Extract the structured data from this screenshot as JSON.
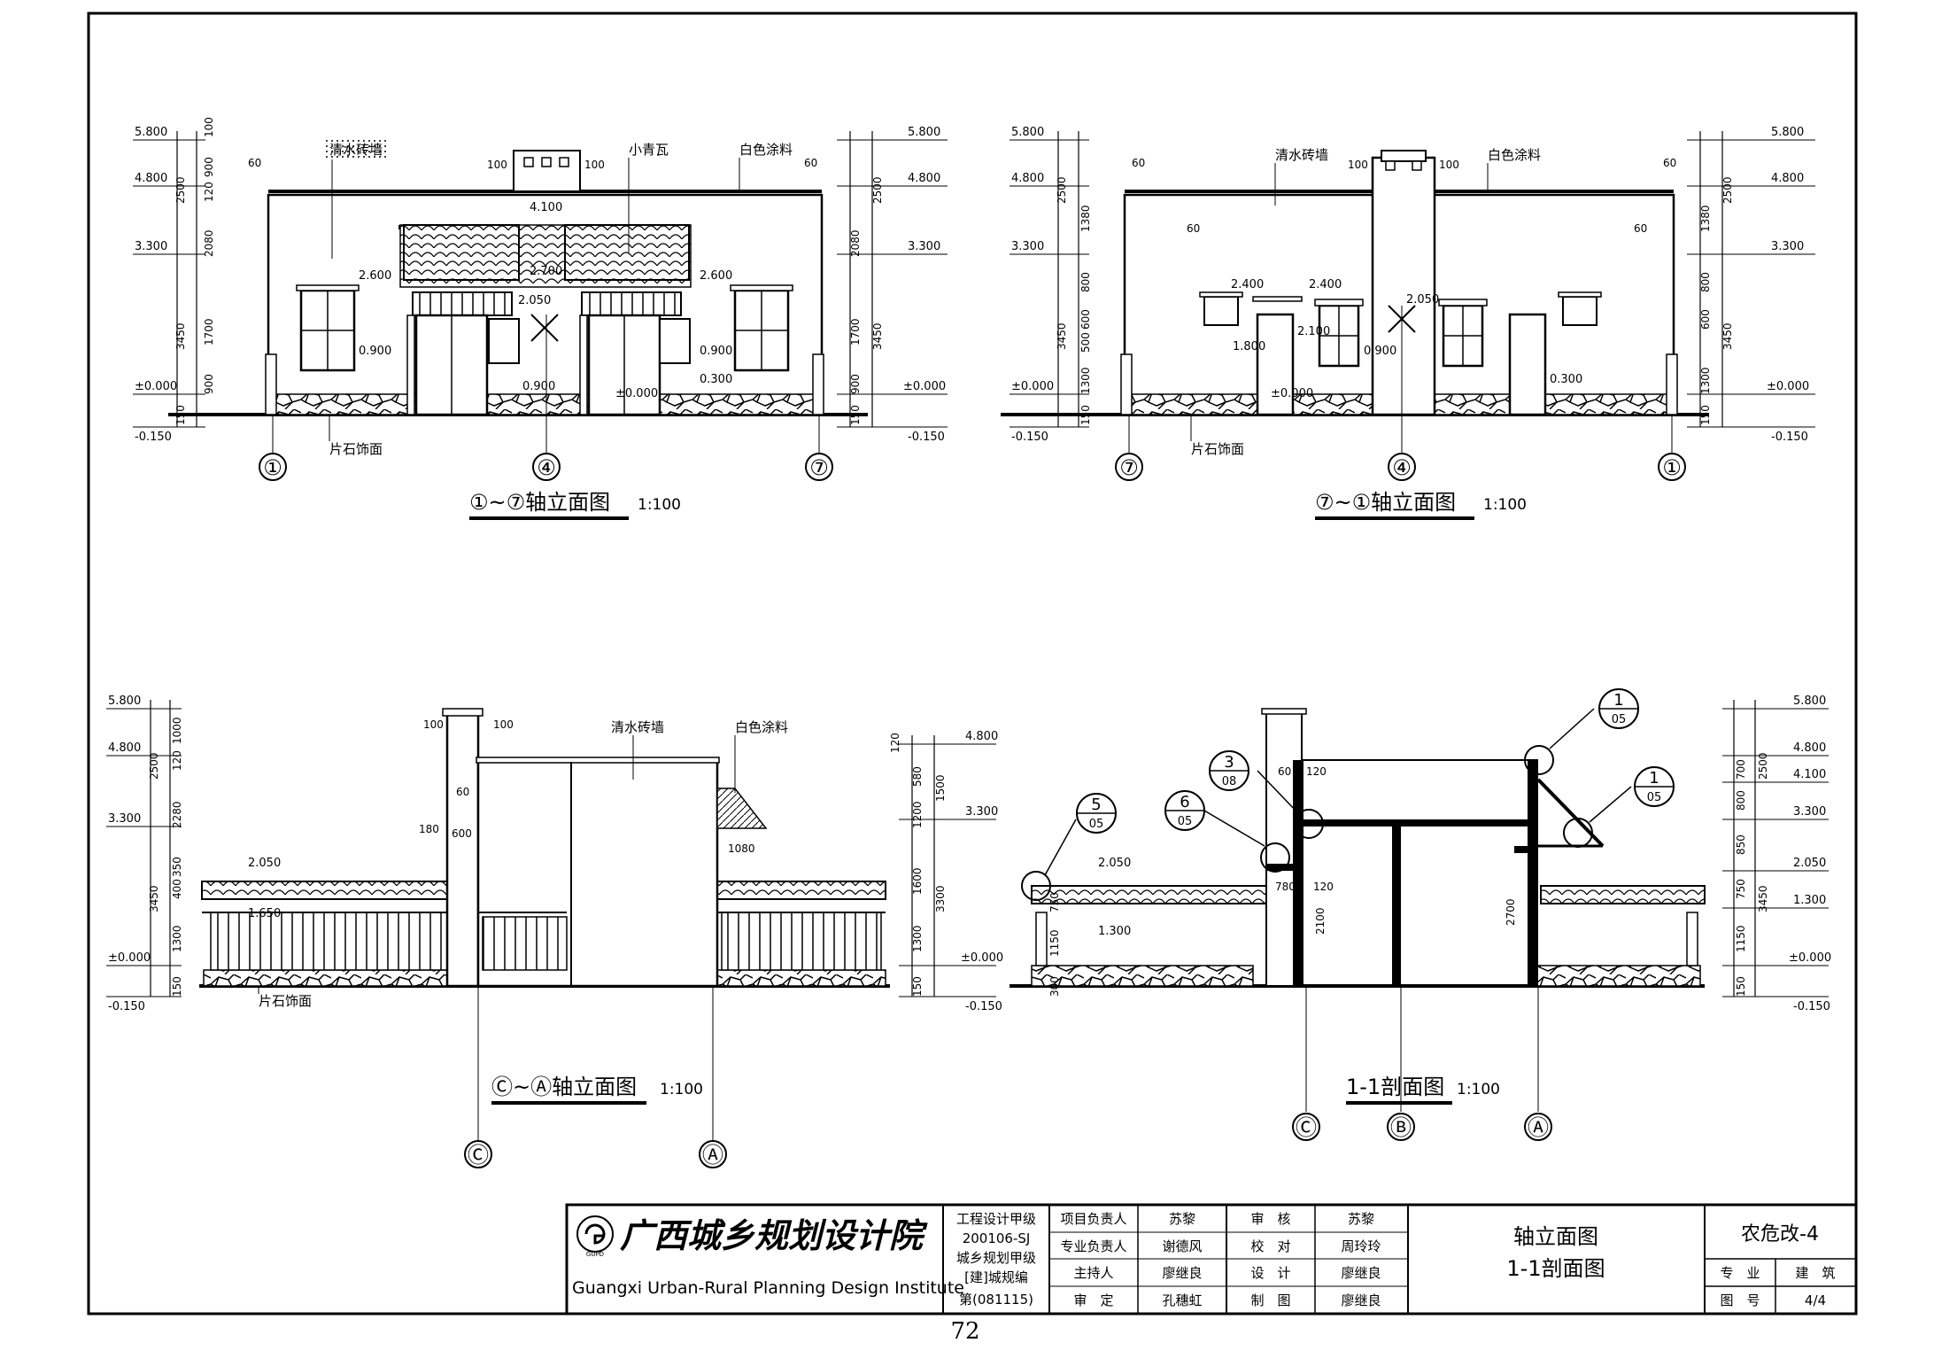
{
  "page_number": "72",
  "views": {
    "v1": {
      "title": "①~⑦轴立面图",
      "scale": "1:100",
      "axes": [
        "①",
        "④",
        "⑦"
      ]
    },
    "v2": {
      "title": "⑦~①轴立面图",
      "scale": "1:100",
      "axes": [
        "⑦",
        "④",
        "①"
      ]
    },
    "v3": {
      "title": "Ⓒ~Ⓐ轴立面图",
      "scale": "1:100",
      "axes": [
        "Ⓒ",
        "Ⓐ"
      ]
    },
    "v4": {
      "title": "1-1剖面图",
      "scale": "1:100",
      "axes": [
        "Ⓒ",
        "Ⓑ",
        "Ⓐ"
      ]
    }
  },
  "materials": {
    "fair_faced_brick": "清水砖墙",
    "small_tile": "小青瓦",
    "white_paint": "白色涂料",
    "stone_facing": "片石饰面"
  },
  "levels": {
    "l5800": "5.800",
    "l4800": "4.800",
    "l4100": "4.100",
    "l3300": "3.300",
    "l2700": "2.700",
    "l2600": "2.600",
    "l2400": "2.400",
    "l2050": "2.050",
    "l2100": "2.100",
    "l1800": "1.800",
    "l1650": "1.650",
    "l1300": "1.300",
    "l0900": "0.900",
    "l0300": "0.300",
    "l0000": "±0.000",
    "lm0150": "-0.150"
  },
  "dims": {
    "d100": "100",
    "d900": "900",
    "d2500": "2500",
    "d120": "120",
    "d2080": "2080",
    "d3450": "3450",
    "d1700": "1700",
    "d150": "150",
    "d60": "60",
    "d1380": "1380",
    "d800": "800",
    "d500": "500",
    "d600": "600",
    "d1300": "1300",
    "d1000": "1000",
    "d2280": "2280",
    "d350": "350",
    "d400": "400",
    "d580": "580",
    "d1500": "1500",
    "d1200": "1200",
    "d1600": "1600",
    "d3300": "3300",
    "d180": "180",
    "d1080": "1080",
    "d750": "750",
    "d1150": "1150",
    "d300": "300",
    "d780": "780",
    "d2100": "2100",
    "d2700": "2700",
    "d700": "700",
    "d850": "850"
  },
  "details": {
    "a": {
      "num": "1",
      "sheet": "05"
    },
    "b": {
      "num": "1",
      "sheet": "05"
    },
    "c": {
      "num": "3",
      "sheet": "08"
    },
    "d": {
      "num": "6",
      "sheet": "05"
    },
    "e": {
      "num": "5",
      "sheet": "05"
    }
  },
  "title_block": {
    "company_cn": "广西城乡规划设计院",
    "company_en": "Guangxi Urban-Rural Planning Design Institute",
    "logo_text": "GUPD",
    "cert_lines": [
      "工程设计甲级",
      "200106-SJ",
      "城乡规划甲级",
      "[建]城规编",
      "第(081115)"
    ],
    "roles": [
      {
        "role": "项目负责人",
        "name": "苏黎",
        "role2": "审　核",
        "name2": "苏黎"
      },
      {
        "role": "专业负责人",
        "name": "谢德风",
        "role2": "校　对",
        "name2": "周玲玲"
      },
      {
        "role": "主持人",
        "name": "廖继良",
        "role2": "设　计",
        "name2": "廖继良"
      },
      {
        "role": "审　定",
        "name": "孔穗虹",
        "role2": "制　图",
        "name2": "廖继良"
      }
    ],
    "drawing_title_1": "轴立面图",
    "drawing_title_2": "1-1剖面图",
    "project_code": "农危改-4",
    "discipline_label": "专　业",
    "discipline_value": "建　筑",
    "sheet_no_label": "图　号",
    "sheet_no_value": "4/4"
  }
}
